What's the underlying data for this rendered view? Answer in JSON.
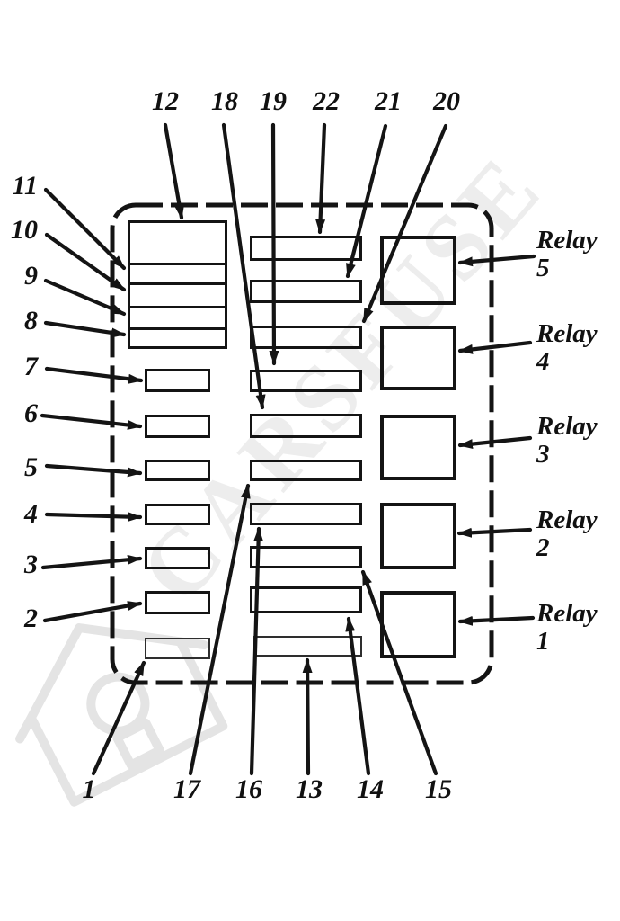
{
  "watermark": {
    "text": "CARSFUSE"
  },
  "colors": {
    "line": "#141414",
    "label": "#111111",
    "watermark": "#ededed",
    "background": "#ffffff"
  },
  "labels": {
    "top": [
      "12",
      "18",
      "19",
      "22",
      "21",
      "20"
    ],
    "left": [
      "11",
      "10",
      "9",
      "8",
      "7",
      "6",
      "5",
      "4",
      "3",
      "2"
    ],
    "bottom": [
      "1",
      "17",
      "16",
      "13",
      "14",
      "15"
    ],
    "right": [
      {
        "word": "Relay",
        "num": "5"
      },
      {
        "word": "Relay",
        "num": "4"
      },
      {
        "word": "Relay",
        "num": "3"
      },
      {
        "word": "Relay",
        "num": "2"
      },
      {
        "word": "Relay",
        "num": "1"
      }
    ]
  },
  "slots": {
    "fuse_block": [
      "12",
      "11",
      "10",
      "9",
      "8"
    ],
    "left_column": [
      "7",
      "6",
      "5",
      "4",
      "3",
      "2",
      "1"
    ],
    "middle_column": [
      "22",
      "21",
      "20",
      "19",
      "18",
      "17",
      "16",
      "15",
      "14",
      "13"
    ],
    "relay_column": [
      "5",
      "4",
      "3",
      "2",
      "1"
    ]
  }
}
